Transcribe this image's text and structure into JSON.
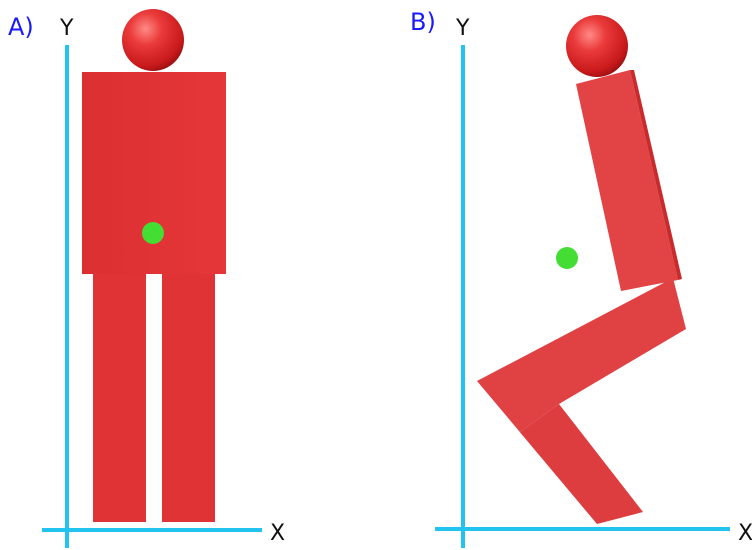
{
  "panels": [
    {
      "label": "A)",
      "y_axis_label": "Y",
      "x_axis_label": "X",
      "pose": "standing"
    },
    {
      "label": "B)",
      "y_axis_label": "Y",
      "x_axis_label": "X",
      "pose": "squatting"
    }
  ],
  "colors": {
    "panel_label": "#1a1aff",
    "axis": "#22c4ef",
    "body": "#e03335",
    "body_shade": "#c92a2c",
    "head_highlight": "#ff8a86",
    "center_of_mass": "#44dd33"
  },
  "markers": {
    "center_of_mass": "green-dot"
  }
}
